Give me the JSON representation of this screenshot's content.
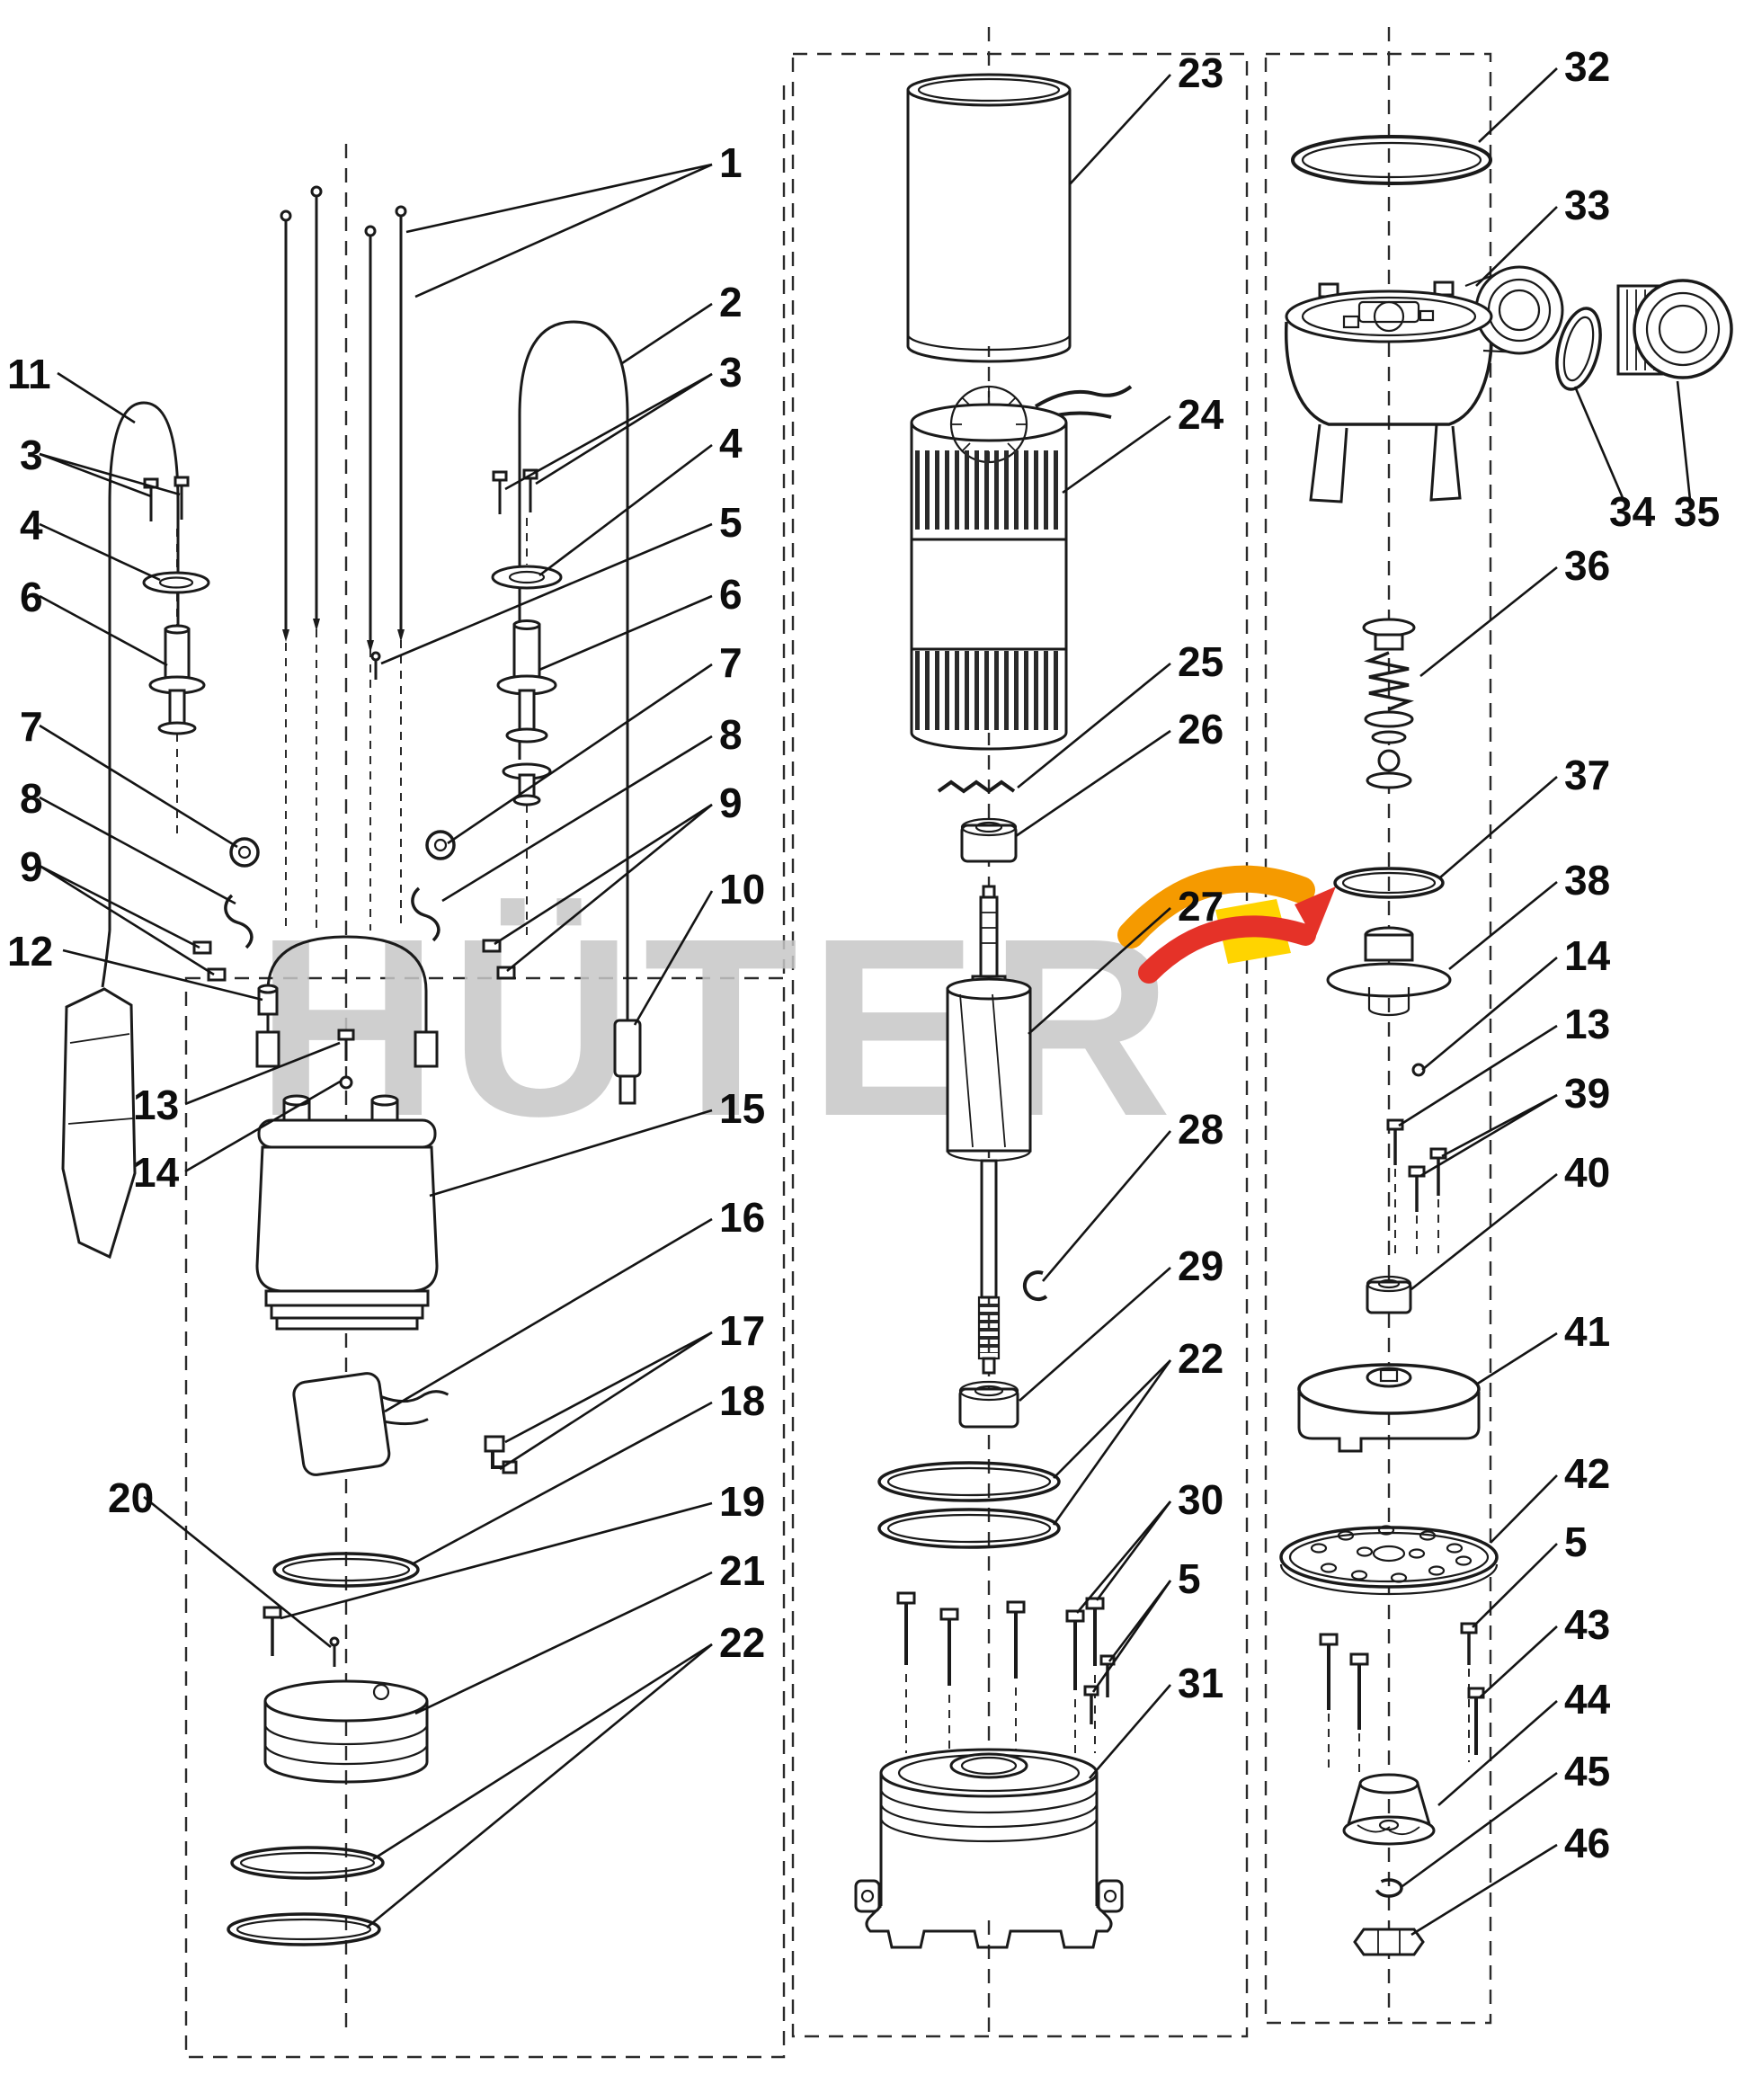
{
  "watermark": {
    "text": "HÜTER",
    "colors": {
      "gray": "#c7c7c7",
      "red": "#e53228",
      "orange": "#f59a00",
      "yellow": "#ffd400"
    }
  },
  "callouts": [
    "11",
    "3",
    "4",
    "6",
    "7",
    "8",
    "9",
    "12",
    "13",
    "14",
    "20",
    "1",
    "2",
    "3",
    "4",
    "5",
    "6",
    "7",
    "8",
    "9",
    "10",
    "15",
    "16",
    "17",
    "18",
    "19",
    "21",
    "22",
    "23",
    "24",
    "25",
    "26",
    "27",
    "28",
    "29",
    "22",
    "30",
    "5",
    "31",
    "32",
    "33",
    "34",
    "35",
    "36",
    "37",
    "38",
    "14",
    "13",
    "39",
    "40",
    "41",
    "42",
    "5",
    "43",
    "44",
    "45",
    "46"
  ]
}
